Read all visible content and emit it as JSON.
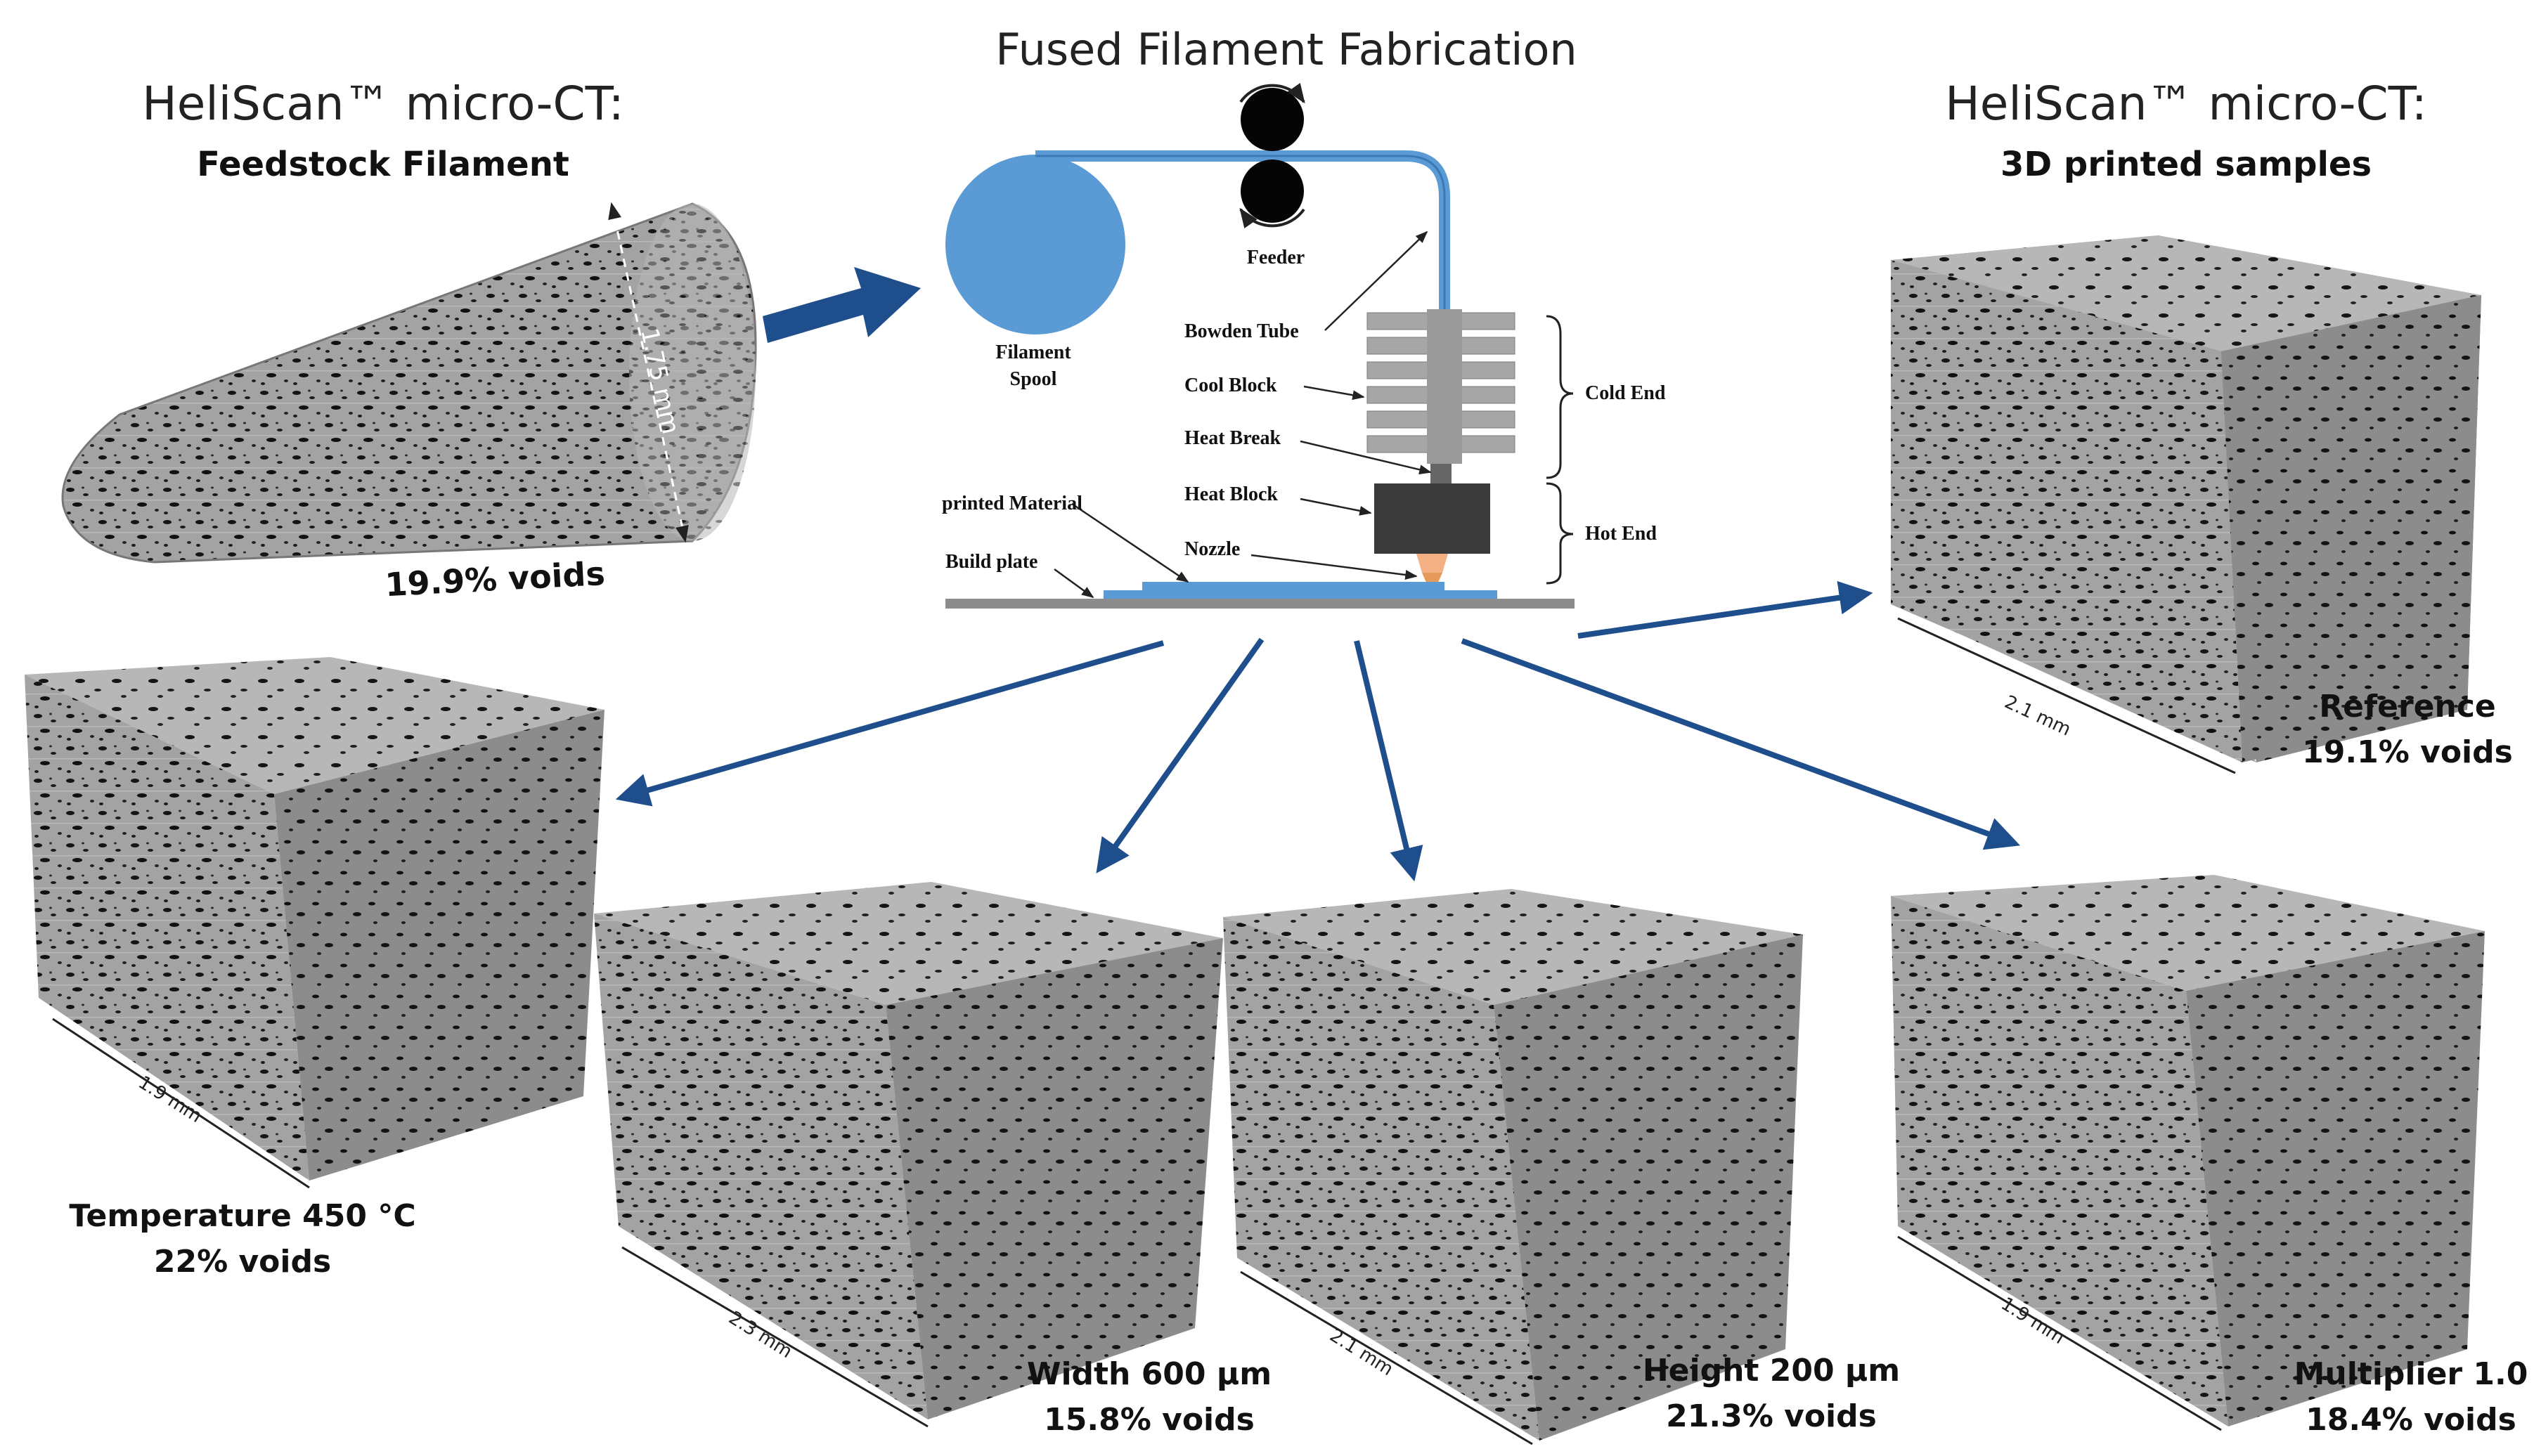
{
  "titles": {
    "left_main": "HeliScan™ micro-CT:",
    "left_sub": "Feedstock Filament",
    "center": "Fused Filament Fabrication",
    "right_main": "HeliScan™ micro-CT:",
    "right_sub": "3D printed samples"
  },
  "filament": {
    "diameter": "1.75 mm",
    "voids": "19.9% voids"
  },
  "printer_labels": {
    "feeder": "Feeder",
    "filament_spool_line1": "Filament",
    "filament_spool_line2": "Spool",
    "bowden_tube": "Bowden Tube",
    "cool_block": "Cool Block",
    "heat_break": "Heat Break",
    "heat_block": "Heat Block",
    "nozzle": "Nozzle",
    "printed_material": "printed Material",
    "build_plate": "Build plate",
    "cold_end": "Cold End",
    "hot_end": "Hot End"
  },
  "samples": [
    {
      "label": "Reference",
      "voids": "19.1% voids",
      "dimension": "2.1 mm"
    },
    {
      "label": "Temperature 450 °C",
      "voids": "22% voids",
      "dimension": "1.9 mm"
    },
    {
      "label": "Width 600 µm",
      "voids": "15.8% voids",
      "dimension": "2.3 mm"
    },
    {
      "label": "Height 200 µm",
      "voids": "21.3% voids",
      "dimension": "2.1 mm"
    },
    {
      "label": "Multiplier 1.0",
      "voids": "18.4% voids",
      "dimension": "1.9 mm"
    }
  ],
  "colors": {
    "arrow": "#1f4e8c",
    "spool": "#5b9bd5",
    "cube_front": "#a6a6a6",
    "cube_side": "#8f8f8f",
    "cube_top": "#b8b8b8",
    "voids": "#111111",
    "nozzle": "#f4b183"
  }
}
